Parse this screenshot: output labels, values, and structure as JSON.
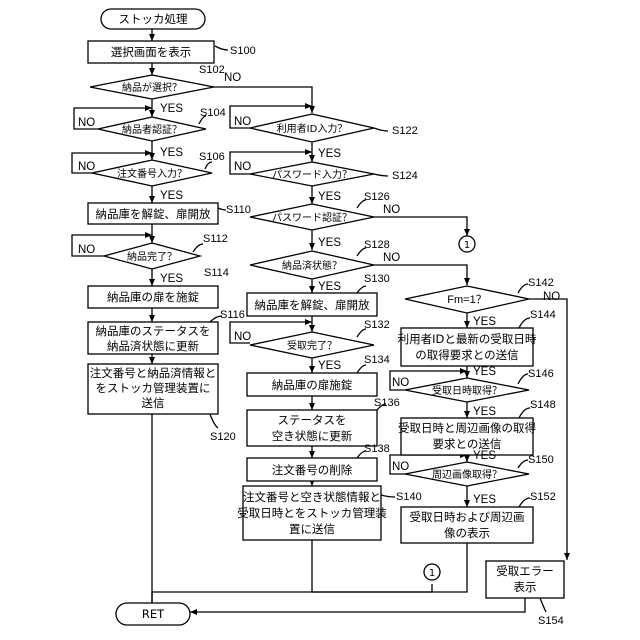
{
  "terminals": {
    "start": "ストッカ処理",
    "end": "RET"
  },
  "steps": {
    "s100": "選択画面を表示",
    "s102": "納品が選択？",
    "s104": "納品者認証？",
    "s106": "注文番号入力？",
    "s110": "納品庫を解錠、扉開放",
    "s112": "納品完了？",
    "s114": "納品庫の扉を施錠",
    "s116": [
      "納品庫のステータスを",
      "納品済状態に更新"
    ],
    "s120": [
      "注文番号と納品済情報と",
      "をストッカ管理装置に",
      "送信"
    ],
    "s122": "利用者ID入力？",
    "s124": "パスワード入力？",
    "s126": "パスワード認証？",
    "s128": "納品済状態？",
    "s130": "納品庫を解錠、扉開放",
    "s132": "受取完了？",
    "s134": "納品庫の扉施錠",
    "s136": [
      "ステータスを",
      "空き状態に更新"
    ],
    "s138": "注文番号の削除",
    "s140": [
      "注文番号と空き状態情報と",
      "受取日時とをストッカ管理装",
      "置に送信"
    ],
    "s142": "Fm=1？",
    "s144": [
      "利用者IDと最新の受取日時",
      "の取得要求との送信"
    ],
    "s146": "受取日時取得？",
    "s148": [
      "受取日時と周辺画像の取得",
      "要求との送信"
    ],
    "s150": "周辺画像取得？",
    "s152": [
      "受取日時および周辺画",
      "像の表示"
    ],
    "s154": [
      "受取エラー",
      "表示"
    ]
  },
  "step_labels": {
    "s100": "S100",
    "s102": "S102",
    "s104": "S104",
    "s106": "S106",
    "s110": "S110",
    "s112": "S112",
    "s114": "S114",
    "s116": "S116",
    "s120": "S120",
    "s122": "S122",
    "s124": "S124",
    "s126": "S126",
    "s128": "S128",
    "s130": "S130",
    "s132": "S132",
    "s134": "S134",
    "s136": "S136",
    "s138": "S138",
    "s140": "S140",
    "s142": "S142",
    "s144": "S144",
    "s146": "S146",
    "s148": "S148",
    "s150": "S150",
    "s152": "S152",
    "s154": "S154"
  },
  "branches": {
    "yes": "YES",
    "no": "NO"
  },
  "connector": "1"
}
